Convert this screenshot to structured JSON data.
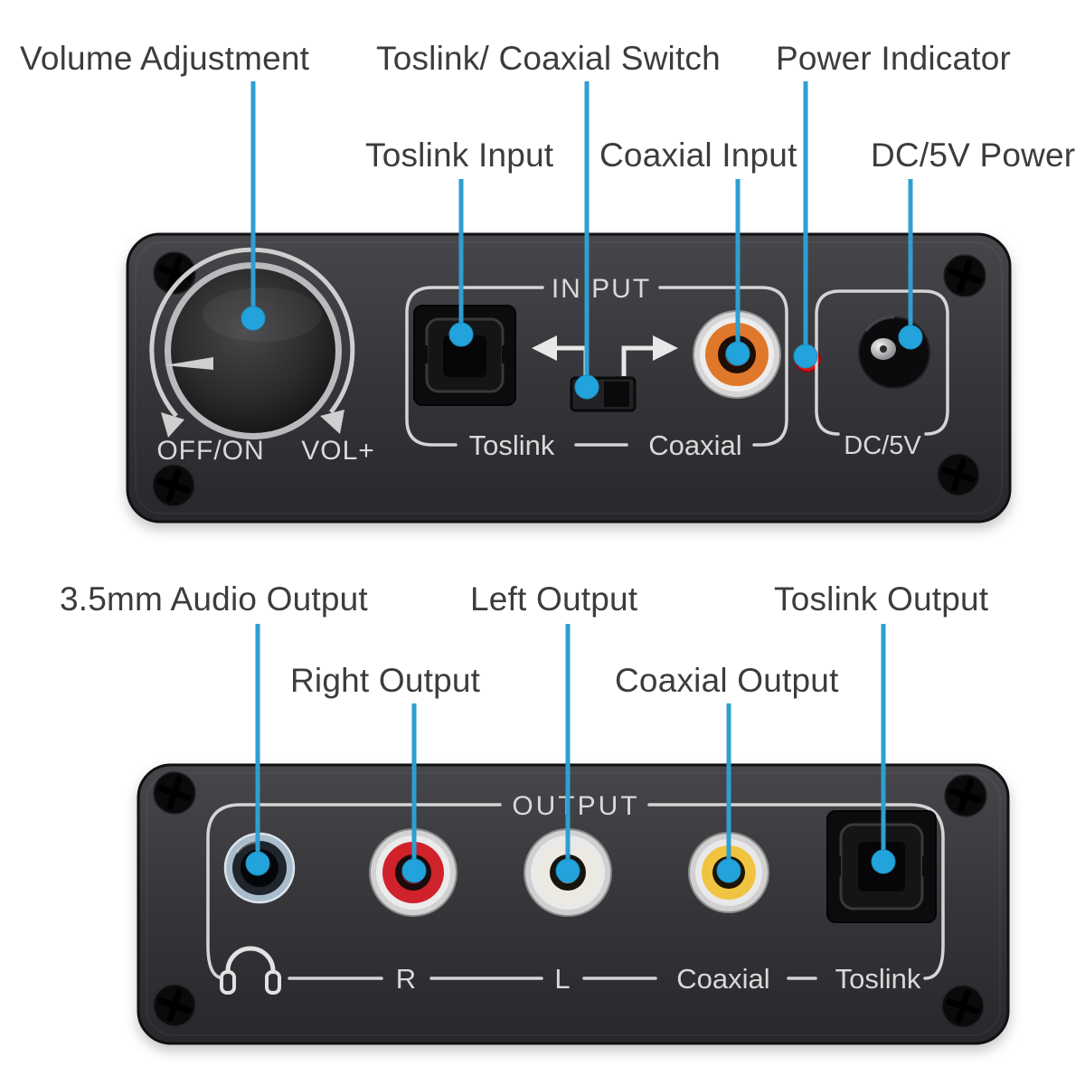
{
  "callouts": {
    "volume": "Volume Adjustment",
    "switch": "Toslink/ Coaxial Switch",
    "power": "Power Indicator",
    "toslink_input": "Toslink Input",
    "coaxial_input": "Coaxial Input",
    "dc_power": "DC/5V Power",
    "audio_3_5mm": "3.5mm Audio Output",
    "right_output": "Right Output",
    "left_output": "Left Output",
    "coaxial_output": "Coaxial Output",
    "toslink_output": "Toslink Output"
  },
  "front_panel": {
    "group_title": "IN PUT",
    "off_on": "OFF/ON",
    "vol_plus": "VOL+",
    "toslink": "Toslink",
    "coaxial": "Coaxial",
    "dc": "DC/5V"
  },
  "back_panel": {
    "group_title": "OUTPUT",
    "right": "R",
    "left": "L",
    "coaxial": "Coaxial",
    "toslink": "Toslink"
  },
  "colors": {
    "background": "#ffffff",
    "callout_text": "#3c3c3c",
    "leader_line": "#2d9fd1",
    "leader_dot": "#22a3dc",
    "panel_text": "#d9d9d9",
    "device_body": "#333338",
    "coaxial_input_ring": "#e0782b",
    "rca_red": "#d0222a",
    "rca_white": "#ece9e3",
    "rca_yellow": "#f0c440",
    "jack_3_5mm_ring": "#a9bccb",
    "power_led": "#e31212"
  }
}
